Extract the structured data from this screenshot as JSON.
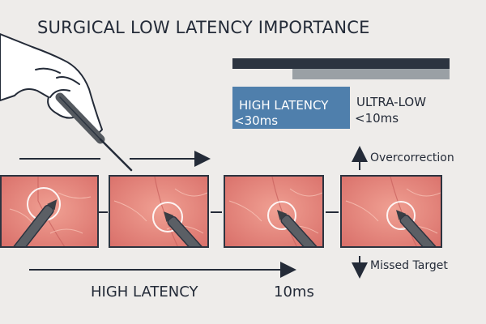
{
  "title": "SURGICAL LOW LATENCY IMPORTANCE",
  "legend": {
    "high": {
      "label": "HIGH LATENCY",
      "value": "<30ms",
      "color": "#4f7fac"
    },
    "ultra": {
      "label": "ULTRA-LOW",
      "value": "<10ms"
    }
  },
  "annotations": {
    "up": "Overcorrection",
    "down": "Missed Target"
  },
  "footer": {
    "high_latency": "HIGH LATENCY",
    "ms": "10ms"
  },
  "colors": {
    "text": "#242b38",
    "tissue": "#e4837a",
    "bar_dark": "#2c3440",
    "bar_light": "#9aa0a5"
  }
}
